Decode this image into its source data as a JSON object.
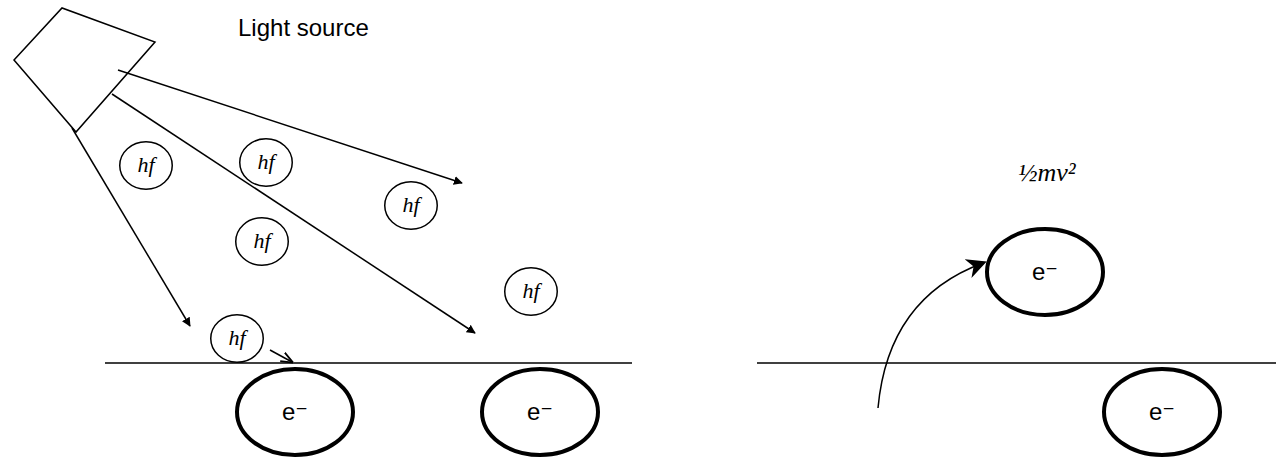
{
  "diagram": {
    "nodes": [
      {
        "text": [
          "hf"
        ]
      },
      {
        "text": [
          "hf"
        ]
      },
      {
        "text": [
          "hf"
        ]
      },
      {
        "text": [
          "hf"
        ]
      },
      {
        "text": [
          "hf"
        ]
      },
      {
        "text": [
          "hf"
        ]
      },
      {
        "text": [
          "e⁻"
        ]
      },
      {
        "text": [
          "e⁻"
        ]
      },
      {
        "text": [
          "e⁻"
        ]
      },
      {
        "text": [
          "e⁻"
        ]
      }
    ],
    "labels": [
      "Light source",
      "½mv²"
    ]
  }
}
